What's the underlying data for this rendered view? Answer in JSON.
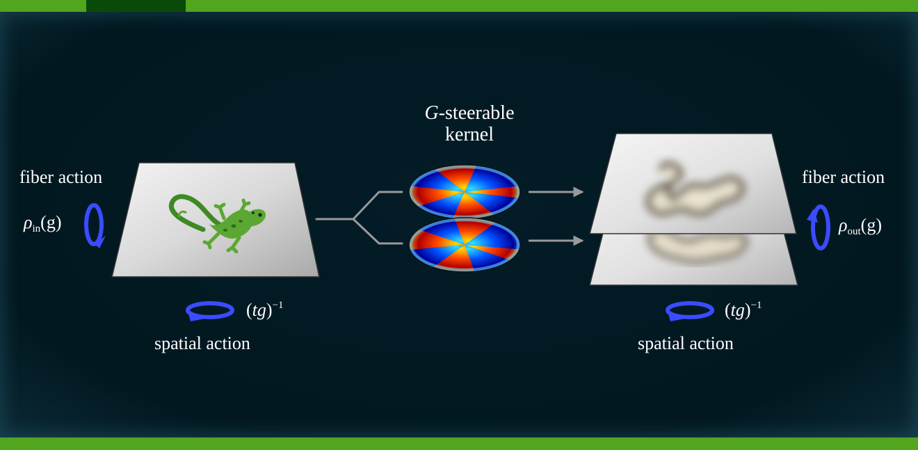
{
  "kernel": {
    "italic": "G",
    "title_rest": "-steerable",
    "title_line2": "kernel"
  },
  "left": {
    "fiber_label": "fiber action",
    "rho": "ρ",
    "rho_sub": "in",
    "rho_arg": "(g)",
    "spatial_expr_open": "(",
    "spatial_expr_tg": "tg",
    "spatial_expr_close": ")",
    "spatial_expr_sup": "−1",
    "spatial_label": "spatial action"
  },
  "right": {
    "fiber_label": "fiber action",
    "rho": "ρ",
    "rho_sub": "out",
    "rho_arg": "(g)",
    "spatial_expr_open": "(",
    "spatial_expr_tg": "tg",
    "spatial_expr_close": ")",
    "spatial_expr_sup": "−1",
    "spatial_label": "spatial action"
  },
  "colors": {
    "frame_green": "#51a51f",
    "panel_dark": "#021a23",
    "arrow_blue": "#3b4cff",
    "connector_gray": "#9a9a9a",
    "lizard_green": "#5aa832"
  },
  "icons": [
    "lizard-icon",
    "rotation-arrow-icon",
    "steerable-kernel-disc"
  ]
}
